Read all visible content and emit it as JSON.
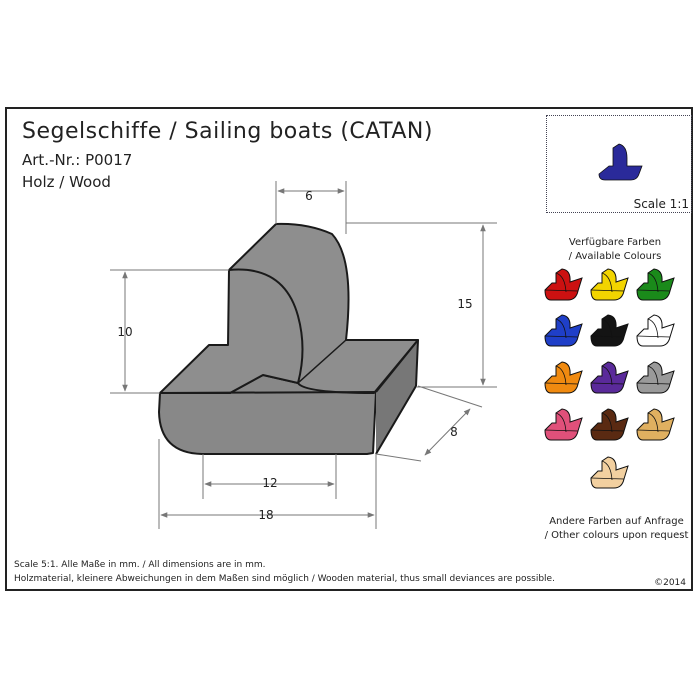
{
  "header": {
    "title": "Segelschiffe / Sailing boats   (CATAN)",
    "art_nr": "Art.-Nr.: P0017",
    "material": "Holz / Wood"
  },
  "preview": {
    "scale_label": "Scale 1:1",
    "piece_color": "#2a2a9a"
  },
  "dimensions": {
    "top_width": "6",
    "height_front": "10",
    "height_total": "15",
    "depth": "8",
    "base_inner": "12",
    "base_total": "18",
    "unit": "mm"
  },
  "colours": {
    "heading_line1": "Verfügbare Farben",
    "heading_line2": "/ Available Colours",
    "swatches": [
      {
        "name": "red",
        "hex": "#cc1111"
      },
      {
        "name": "yellow",
        "hex": "#f2d400"
      },
      {
        "name": "green",
        "hex": "#1a8a1a"
      },
      {
        "name": "blue",
        "hex": "#1f3fc8"
      },
      {
        "name": "black",
        "hex": "#141414"
      },
      {
        "name": "white",
        "hex": "#ffffff"
      },
      {
        "name": "orange",
        "hex": "#f08a10"
      },
      {
        "name": "purple",
        "hex": "#5a2a9a"
      },
      {
        "name": "grey",
        "hex": "#9a9a9a"
      },
      {
        "name": "pink",
        "hex": "#e0507a"
      },
      {
        "name": "brown",
        "hex": "#5a2a12"
      },
      {
        "name": "wood",
        "hex": "#e0b060"
      },
      {
        "name": "natural",
        "hex": "#f2d0a0"
      }
    ],
    "other_line1": "Andere Farben auf Anfrage",
    "other_line2": "/ Other colours upon request"
  },
  "footer": {
    "line1": "Scale 5:1. Alle Maße in mm. / All dimensions are in mm.",
    "line2": "Holzmaterial, kleinere Abweichungen in dem Maßen sind möglich / Wooden material, thus small deviances are possible.",
    "year": "©2014"
  }
}
